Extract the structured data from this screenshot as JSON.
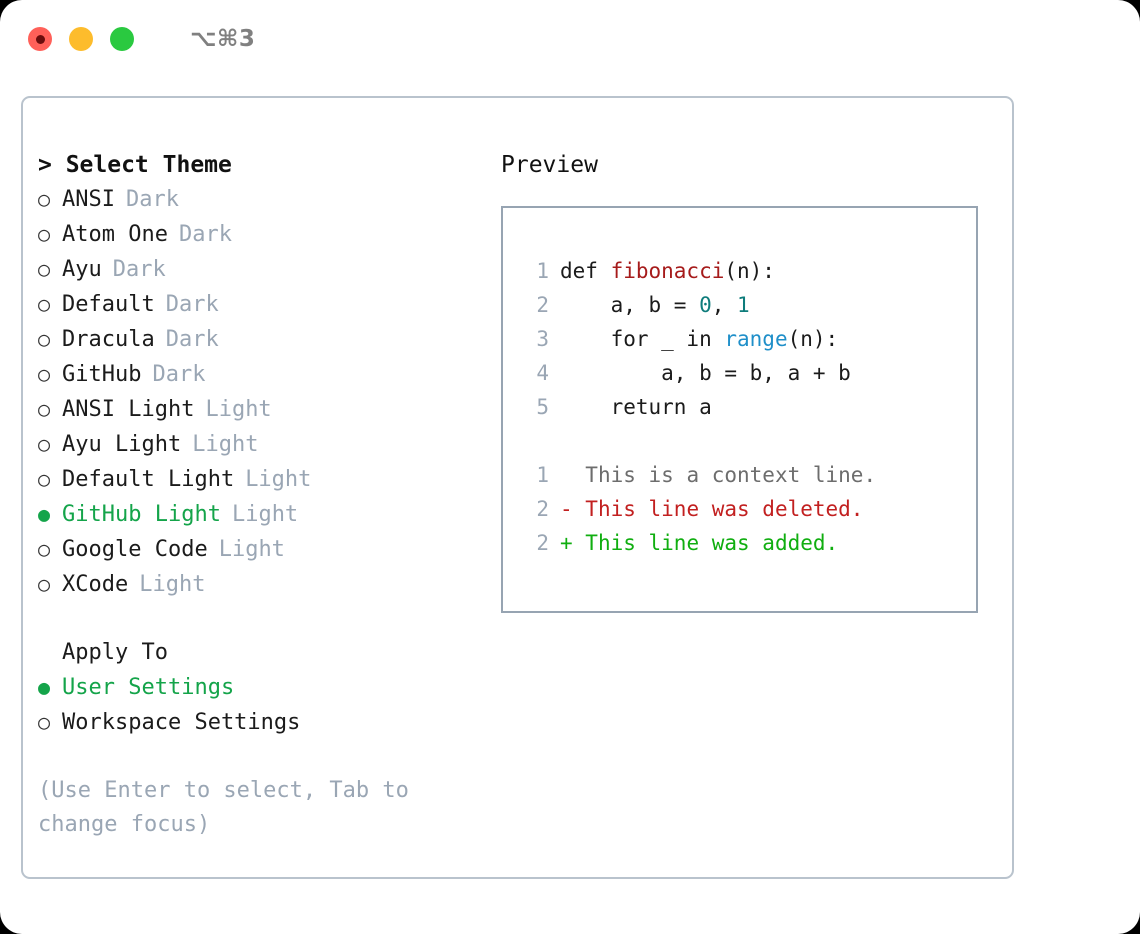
{
  "window": {
    "shortcut_label": "⌥⌘3",
    "traffic_lights": [
      "close-button",
      "minimize-button",
      "maximize-button"
    ]
  },
  "theme_panel": {
    "header": "> Select Theme",
    "bullet_unselected": "○",
    "bullet_selected": "●",
    "options": [
      {
        "label": "ANSI",
        "tag": "Dark",
        "selected": false
      },
      {
        "label": "Atom One",
        "tag": "Dark",
        "selected": false
      },
      {
        "label": "Ayu",
        "tag": "Dark",
        "selected": false
      },
      {
        "label": "Default",
        "tag": "Dark",
        "selected": false
      },
      {
        "label": "Dracula",
        "tag": "Dark",
        "selected": false
      },
      {
        "label": "GitHub",
        "tag": "Dark",
        "selected": false
      },
      {
        "label": "ANSI Light",
        "tag": "Light",
        "selected": false
      },
      {
        "label": "Ayu Light",
        "tag": "Light",
        "selected": false
      },
      {
        "label": "Default Light",
        "tag": "Light",
        "selected": false
      },
      {
        "label": "GitHub Light",
        "tag": "Light",
        "selected": true
      },
      {
        "label": "Google Code",
        "tag": "Light",
        "selected": false
      },
      {
        "label": "XCode",
        "tag": "Light",
        "selected": false
      }
    ]
  },
  "apply_to": {
    "header": "Apply To",
    "options": [
      {
        "label": "User Settings",
        "selected": true
      },
      {
        "label": "Workspace Settings",
        "selected": false
      }
    ]
  },
  "hint": "(Use Enter to select, Tab to change focus)",
  "preview": {
    "title": "Preview",
    "code_lines": [
      {
        "no": "1",
        "tokens": [
          {
            "t": "def ",
            "k": "plain"
          },
          {
            "t": "fibonacci",
            "k": "fn"
          },
          {
            "t": "(n):",
            "k": "punct"
          }
        ]
      },
      {
        "no": "2",
        "tokens": [
          {
            "t": "    a, b = ",
            "k": "plain"
          },
          {
            "t": "0",
            "k": "num"
          },
          {
            "t": ", ",
            "k": "punct"
          },
          {
            "t": "1",
            "k": "num"
          }
        ]
      },
      {
        "no": "3",
        "tokens": [
          {
            "t": "    for _ in ",
            "k": "plain"
          },
          {
            "t": "range",
            "k": "builtin"
          },
          {
            "t": "(n):",
            "k": "punct"
          }
        ]
      },
      {
        "no": "4",
        "tokens": [
          {
            "t": "        a, b = b, a + b",
            "k": "plain"
          }
        ]
      },
      {
        "no": "5",
        "tokens": [
          {
            "t": "    return a",
            "k": "plain"
          }
        ]
      }
    ],
    "diff_lines": [
      {
        "no": "1",
        "marker": "  ",
        "text": "This is a context line.",
        "kind": "context"
      },
      {
        "no": "2",
        "marker": "- ",
        "text": "This line was deleted.",
        "kind": "del"
      },
      {
        "no": "2",
        "marker": "+ ",
        "text": "This line was added.",
        "kind": "add"
      }
    ]
  },
  "colors": {
    "accent_green": "#14a44a",
    "muted": "#9aa6b4",
    "border": "#b9c3cd",
    "preview_border": "#97a4b2",
    "fn_red": "#a61b1b",
    "num_teal": "#0e7c7b",
    "builtin_blue": "#1f8fc9",
    "diff_del": "#c22020",
    "diff_add": "#10ae10"
  }
}
